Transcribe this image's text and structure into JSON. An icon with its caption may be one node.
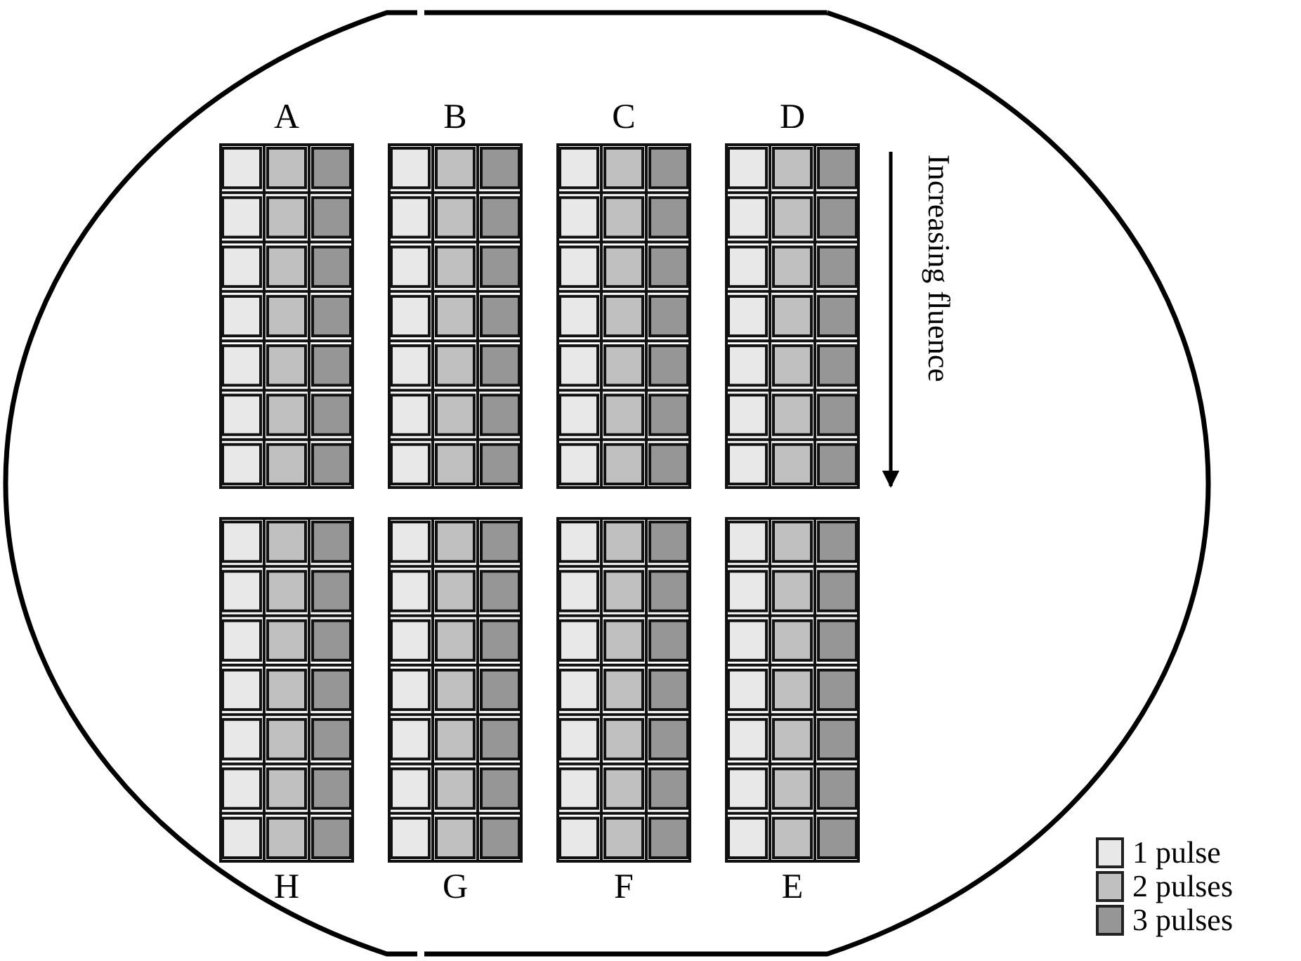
{
  "diagram": {
    "nodes": [
      {
        "text": [
          "A"
        ]
      },
      {
        "text": [
          "B"
        ]
      },
      {
        "text": [
          "C"
        ]
      },
      {
        "text": [
          "D"
        ]
      },
      {
        "text": [
          "H"
        ]
      },
      {
        "text": [
          "G"
        ]
      },
      {
        "text": [
          "F"
        ]
      },
      {
        "text": [
          "E"
        ]
      }
    ],
    "labels": [
      "Increasing fluence"
    ],
    "legend": [
      {
        "text": "1 pulse",
        "color": "#e8e8e8"
      },
      {
        "text": "2 pulses",
        "color": "#c0c0c0"
      },
      {
        "text": "3 pulses",
        "color": "#969696"
      }
    ]
  }
}
